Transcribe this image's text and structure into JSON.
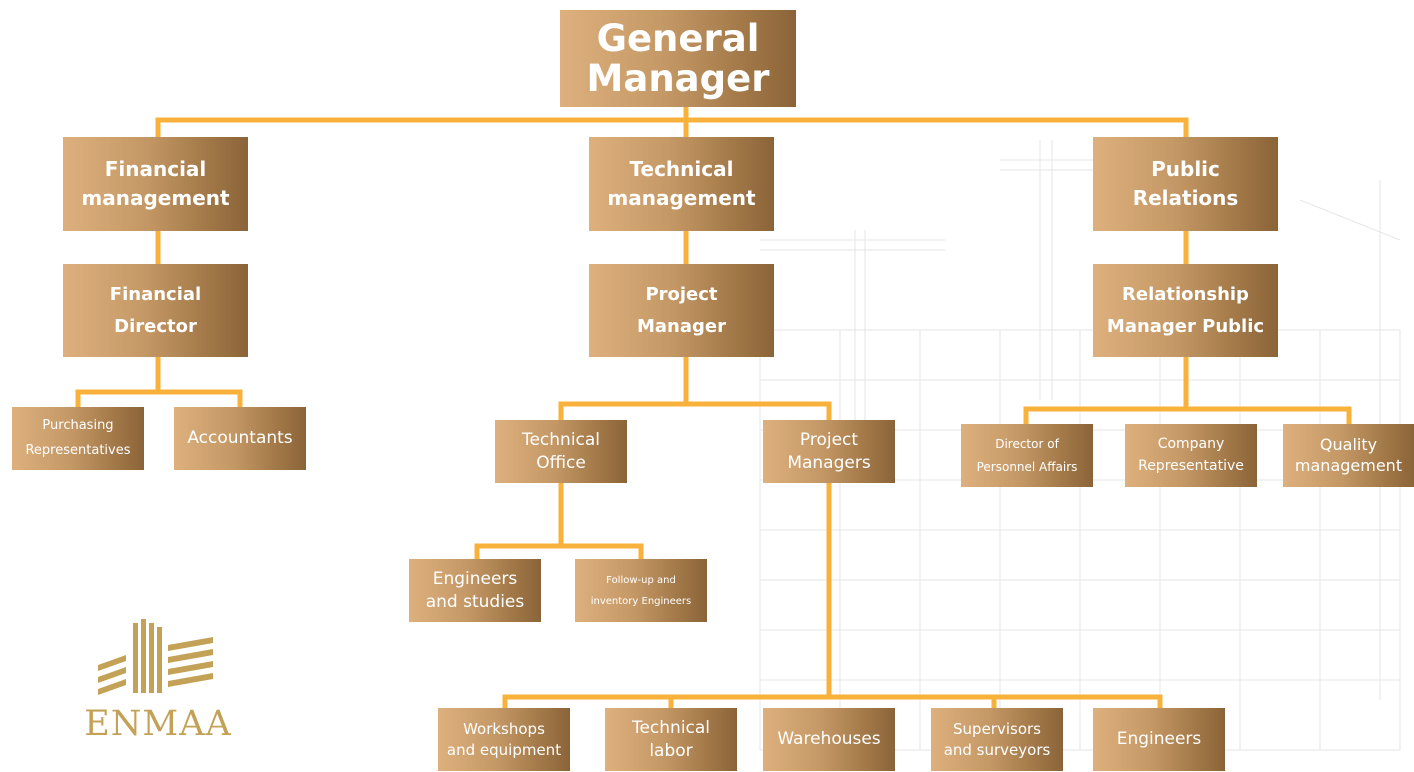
{
  "brand": {
    "name": "ENMAA",
    "icon": "building-logo-icon",
    "color": "#c3a258"
  },
  "colors": {
    "connector": "#f8b23b",
    "box_start": "#ddb07e",
    "box_end": "#8a6438",
    "text": "#ffffff"
  },
  "general_manager": {
    "line1": "General",
    "line2": "Manager"
  },
  "financial": {
    "management": {
      "line1": "Financial",
      "line2": "management"
    },
    "director": {
      "line1": "Financial",
      "line2": "Director"
    },
    "purchasing": {
      "line1": "Purchasing",
      "line2": "Representatives"
    },
    "accountants": {
      "line1": "Accountants"
    }
  },
  "technical": {
    "management": {
      "line1": "Technical",
      "line2": "management"
    },
    "project_manager": {
      "line1": "Project",
      "line2": "Manager"
    },
    "technical_office": {
      "line1": "Technical",
      "line2": "Office"
    },
    "project_managers": {
      "line1": "Project",
      "line2": "Managers"
    },
    "engineers_studies": {
      "line1": "Engineers",
      "line2": "and studies"
    },
    "followup": {
      "line1": "Follow-up and",
      "line2": "inventory Engineers"
    },
    "workshops": {
      "line1": "Workshops",
      "line2": "and equipment"
    },
    "technical_labor": {
      "line1": "Technical",
      "line2": "labor"
    },
    "warehouses": {
      "line1": "Warehouses"
    },
    "supervisors": {
      "line1": "Supervisors",
      "line2": "and surveyors"
    },
    "engineers": {
      "line1": "Engineers"
    }
  },
  "public_relations": {
    "management": {
      "line1": "Public",
      "line2": "Relations"
    },
    "relationship_manager": {
      "line1": "Relationship",
      "line2": "Manager Public"
    },
    "personnel": {
      "line1": "Director of",
      "line2": "Personnel Affairs"
    },
    "company_rep": {
      "line1": "Company",
      "line2": "Representative"
    },
    "quality": {
      "line1": "Quality",
      "line2": "management"
    }
  }
}
